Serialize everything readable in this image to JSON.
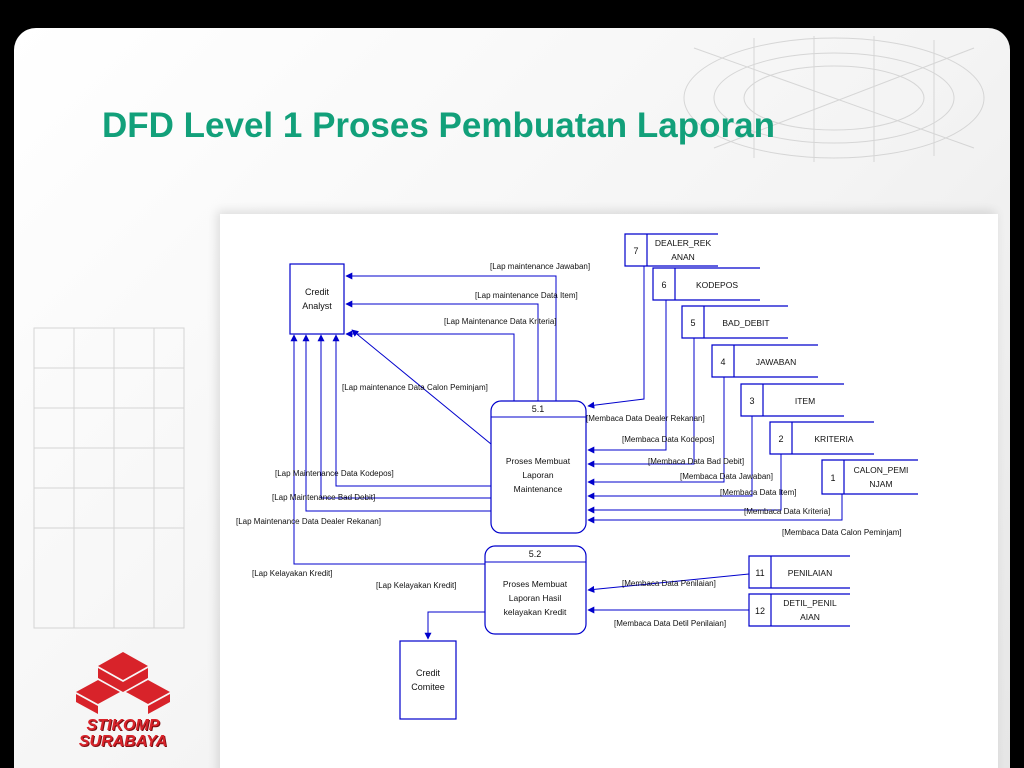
{
  "slide": {
    "title": "DFD Level 1 Proses Pembuatan Laporan"
  },
  "logo": {
    "line1": "STIKOMP",
    "line2": "SURABAYA"
  },
  "colors": {
    "title": "#12a07a",
    "lines": "#0000cc",
    "logo": "#d8232a"
  },
  "entities": {
    "credit_analyst": {
      "line1": "Credit",
      "line2": "Analyst"
    },
    "credit_comitee": {
      "line1": "Credit",
      "line2": "Comitee"
    }
  },
  "processes": {
    "p51": {
      "id": "5.1",
      "line1": "Proses Membuat",
      "line2": "Laporan",
      "line3": "Maintenance"
    },
    "p52": {
      "id": "5.2",
      "line1": "Proses Membuat",
      "line2": "Laporan Hasil",
      "line3": "kelayakan Kredit"
    }
  },
  "stores": {
    "s7": {
      "num": "7",
      "line1": "DEALER_REK",
      "line2": "ANAN"
    },
    "s6": {
      "num": "6",
      "line1": "KODEPOS"
    },
    "s5": {
      "num": "5",
      "line1": "BAD_DEBIT"
    },
    "s4": {
      "num": "4",
      "line1": "JAWABAN"
    },
    "s3": {
      "num": "3",
      "line1": "ITEM"
    },
    "s2": {
      "num": "2",
      "line1": "KRITERIA"
    },
    "s1": {
      "num": "1",
      "line1": "CALON_PEMI",
      "line2": "NJAM"
    },
    "s11": {
      "num": "11",
      "line1": "PENILAIAN"
    },
    "s12": {
      "num": "12",
      "line1": "DETIL_PENIL",
      "line2": "AIAN"
    }
  },
  "flows": {
    "lap_jawaban": "[Lap maintenance Jawaban]",
    "lap_item": "[Lap maintenance Data Item]",
    "lap_kriteria": "[Lap Maintenance Data Kriteria]",
    "lap_calon": "[Lap maintenance Data Calon Peminjam]",
    "lap_kodepos": "[Lap Maintenance Data Kodepos]",
    "lap_bad_debit": "[Lap Maintenance Bad Debit]",
    "lap_dealer": "[Lap Maintenance Data Dealer Rekanan]",
    "lap_kelayakan_1": "[Lap Kelayakan Kredit]",
    "lap_kelayakan_2": "[Lap Kelayakan Kredit]",
    "baca_dealer": "[Membaca Data Dealer Rekanan]",
    "baca_kodepos": "[Membaca Data Kodepos]",
    "baca_bad_debit": "[Membaca Data Bad Debit]",
    "baca_jawaban": "[Membaca Data Jawaban]",
    "baca_item": "[Membaca Data Item]",
    "baca_kriteria": "[Membaca Data Kriteria]",
    "baca_calon": "[Membaca Data Calon Peminjam]",
    "baca_penilaian": "[Membaca Data Penilaian]",
    "baca_detil": "[Membaca Data Detil Penilaian]"
  }
}
